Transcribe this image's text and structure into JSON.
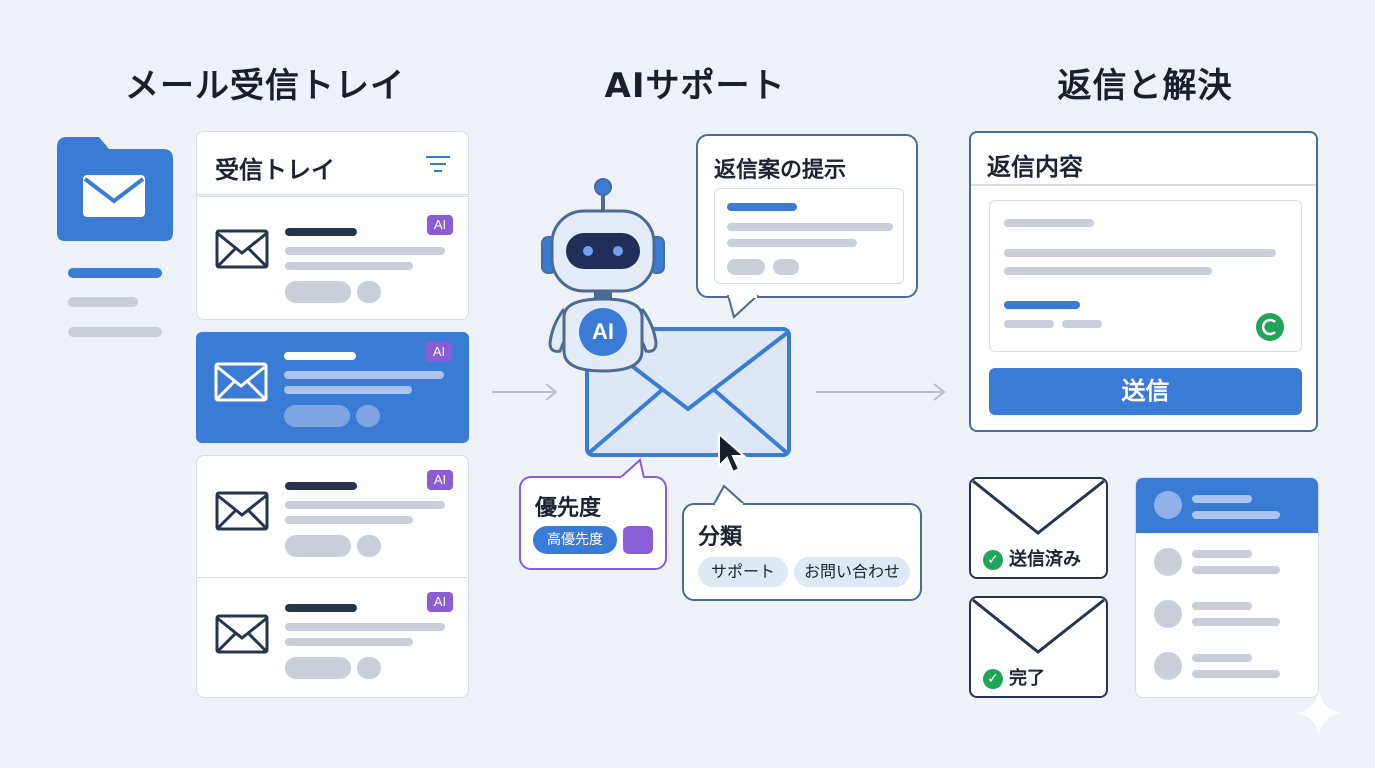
{
  "columns": {
    "inbox_title": "メール受信トレイ",
    "ai_title": "AIサポート",
    "resolve_title": "返信と解決"
  },
  "inbox": {
    "header": "受信トレイ",
    "filter_icon": "filter-icon",
    "ai_badge": "AI"
  },
  "ai": {
    "robot_badge": "AI",
    "suggestion_title": "返信案の提示",
    "priority_title": "優先度",
    "priority_tag": "高優先度",
    "category_title": "分類",
    "category_tags": [
      "サポート",
      "お問い合わせ"
    ]
  },
  "reply": {
    "title": "返信内容",
    "send_label": "送信",
    "sent_label": "送信済み",
    "done_label": "完了"
  },
  "colors": {
    "accent": "#3a7bd5",
    "navy": "#26344d",
    "purple": "#8a5cd6",
    "green": "#22a35a"
  }
}
